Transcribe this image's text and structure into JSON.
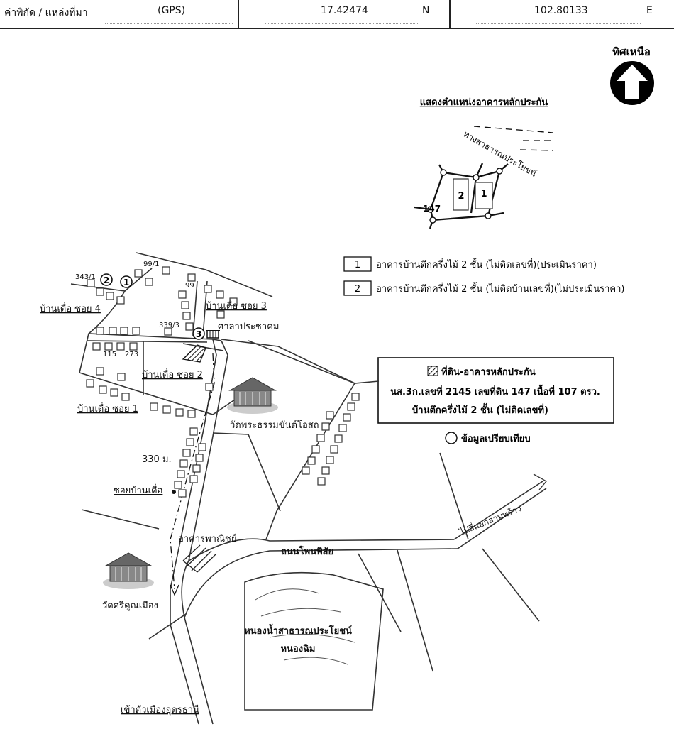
{
  "header": {
    "coord_label": "ค่าพิกัด / แหล่งที่มา",
    "source": "(GPS)",
    "lat_value": "17.42474",
    "lat_dir": "N",
    "lon_value": "102.80133",
    "lon_dir": "E"
  },
  "north": {
    "label": "ทิศเหนือ"
  },
  "inset": {
    "title": "แสดงตำแหน่งอาคารหลักประกัน",
    "road_label": "ทางสาธารณประโยชน์",
    "parcel_no": "147",
    "building_1": "1",
    "building_2": "2"
  },
  "legend": {
    "items": [
      {
        "num": "1",
        "text": "อาคารบ้านตึกครึ่งไม้ 2 ชั้น (ไม่ติดเลขที่)(ประเมินราคา)"
      },
      {
        "num": "2",
        "text": "อาคารบ้านตึกครึ่งไม้ 2 ชั้น (ไม่ติดบ้านเลขที่)(ไม่ประเมินราคา)"
      }
    ]
  },
  "info_box": {
    "line1": "ที่ดิน-อาคารหลักประกัน",
    "line2": "นส.3ก.เลขที่ 2145 เลขที่ดิน 147 เนื้อที่ 107 ตรว.",
    "line3": "บ้านตึกครึ่งไม้ 2 ชั้น (ไม่ติดเลขที่)"
  },
  "compare_label": "ข้อมูลเปรียบเทียบ",
  "map_labels": {
    "soi4": "บ้านเดื่อ ซอย 4",
    "soi3": "บ้านเดื่อ ซอย 3",
    "soi2": "บ้านเดื่อ ซอย 2",
    "soi1": "บ้านเดื่อ ซอย 1",
    "sala": "ศาลาประชาคม",
    "wat1": "วัดพระธรรมขันต์โอสถ",
    "wat2": "วัดศรีคูณเมือง",
    "dist": "330 ม.",
    "soi_main": "ซอยบ้านเดื่อ",
    "commercial": "อาคารพาณิชย์",
    "road": "ถนนโพนพิสัย",
    "junction": "ไปสี่แยกสามพร้าว",
    "pond1": "หนองน้ำสาธารณประโยชน์",
    "pond2": "หนองฉิม",
    "city": "เข้าตัวเมืองอุดรธานี",
    "house_343": "343/1",
    "house_99a": "99/1",
    "house_99b": "99",
    "house_339": "339/3",
    "house_115": "115",
    "house_273": "273",
    "marker_1": "1",
    "marker_2": "2",
    "marker_3": "3"
  }
}
